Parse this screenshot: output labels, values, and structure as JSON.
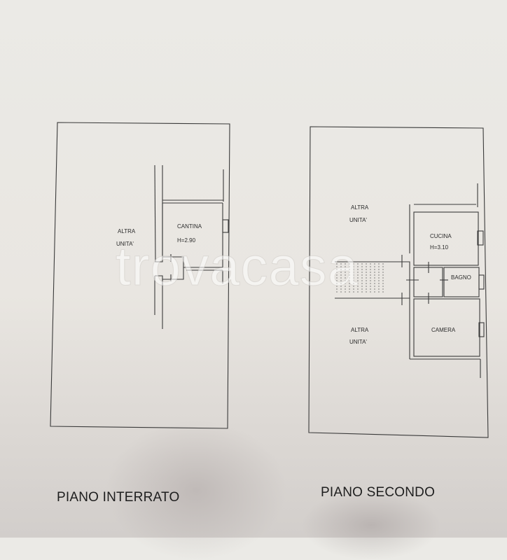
{
  "watermark": "trovacasa",
  "plans": [
    {
      "title": "PIANO INTERRATO",
      "rooms": [
        {
          "name": "ALTRA",
          "sub": "UNITA'"
        },
        {
          "name": "CANTINA",
          "height": "H=2.90"
        }
      ]
    },
    {
      "title": "PIANO SECONDO",
      "rooms": [
        {
          "name": "ALTRA",
          "sub": "UNITA'"
        },
        {
          "name": "CUCINA",
          "height": "H=3.10"
        },
        {
          "name": "BAGNO"
        },
        {
          "name": "ALTRA",
          "sub": "UNITA'"
        },
        {
          "name": "CAMERA"
        }
      ]
    }
  ]
}
